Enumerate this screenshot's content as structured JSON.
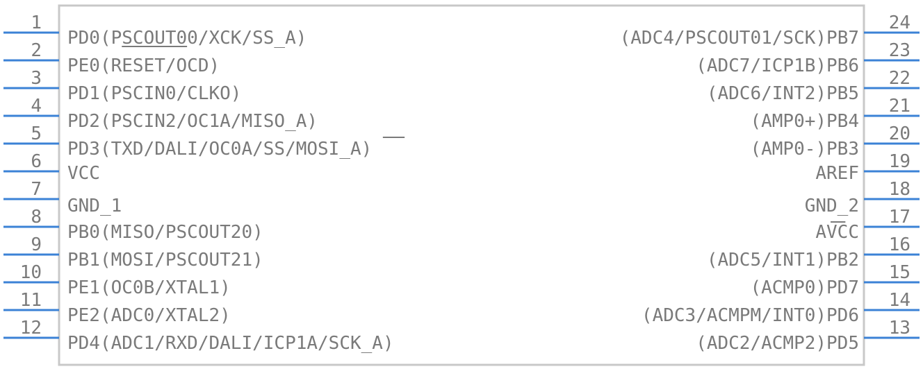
{
  "component": {
    "left_pins": [
      {
        "number": "1",
        "label": "PD0(PSCOUT00/XCK/SS_A)"
      },
      {
        "number": "2",
        "label": "PE0(RESET/OCD)"
      },
      {
        "number": "3",
        "label": "PD1(PSCIN0/CLKO)"
      },
      {
        "number": "4",
        "label": "PD2(PSCIN2/OC1A/MISO_A)"
      },
      {
        "number": "5",
        "label": "PD3(TXD/DALI/OC0A/SS/MOSI_A)"
      },
      {
        "number": "6",
        "label": "VCC"
      },
      {
        "number": "7",
        "label": "GND_1"
      },
      {
        "number": "8",
        "label": "PB0(MISO/PSCOUT20)"
      },
      {
        "number": "9",
        "label": "PB1(MOSI/PSCOUT21)"
      },
      {
        "number": "10",
        "label": "PE1(OC0B/XTAL1)"
      },
      {
        "number": "11",
        "label": "PE2(ADC0/XTAL2)"
      },
      {
        "number": "12",
        "label": "PD4(ADC1/RXD/DALI/ICP1A/SCK_A)"
      }
    ],
    "right_pins": [
      {
        "number": "24",
        "label": "(ADC4/PSCOUT01/SCK)PB7"
      },
      {
        "number": "23",
        "label": "(ADC7/ICP1B)PB6"
      },
      {
        "number": "22",
        "label": "(ADC6/INT2)PB5"
      },
      {
        "number": "21",
        "label": "(AMP0+)PB4"
      },
      {
        "number": "20",
        "label": "(AMP0-)PB3"
      },
      {
        "number": "19",
        "label": "AREF"
      },
      {
        "number": "18",
        "label": "GND_2"
      },
      {
        "number": "17",
        "label": "AVCC"
      },
      {
        "number": "16",
        "label": "(ADC5/INT1)PB2"
      },
      {
        "number": "15",
        "label": "(ACMP0)PD7"
      },
      {
        "number": "14",
        "label": "(ADC3/ACMPM/INT0)PD6"
      },
      {
        "number": "13",
        "label": "(ADC2/ACMP2)PD5"
      }
    ],
    "colors": {
      "pin_line": "#3b82d6",
      "text": "#7a7a7a",
      "body_outline": "#c8c8c8"
    }
  }
}
